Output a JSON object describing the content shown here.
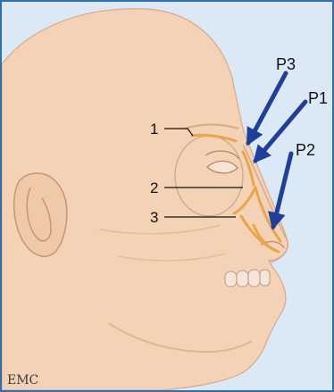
{
  "diagram": {
    "callouts": [
      {
        "id": "1",
        "text": "1"
      },
      {
        "id": "2",
        "text": "2"
      },
      {
        "id": "3",
        "text": "3"
      }
    ],
    "arrows": [
      {
        "id": "P1",
        "text": "P1"
      },
      {
        "id": "P2",
        "text": "P2"
      },
      {
        "id": "P3",
        "text": "P3"
      }
    ],
    "logo": "EMC",
    "colors": {
      "background": "#dbe8f6",
      "skin": "#f3d2b6",
      "skin_shadow": "#e2b493",
      "nerve": "#e8a54b",
      "arrow": "#1f3f9a",
      "frame": "#2f6fb0"
    }
  }
}
